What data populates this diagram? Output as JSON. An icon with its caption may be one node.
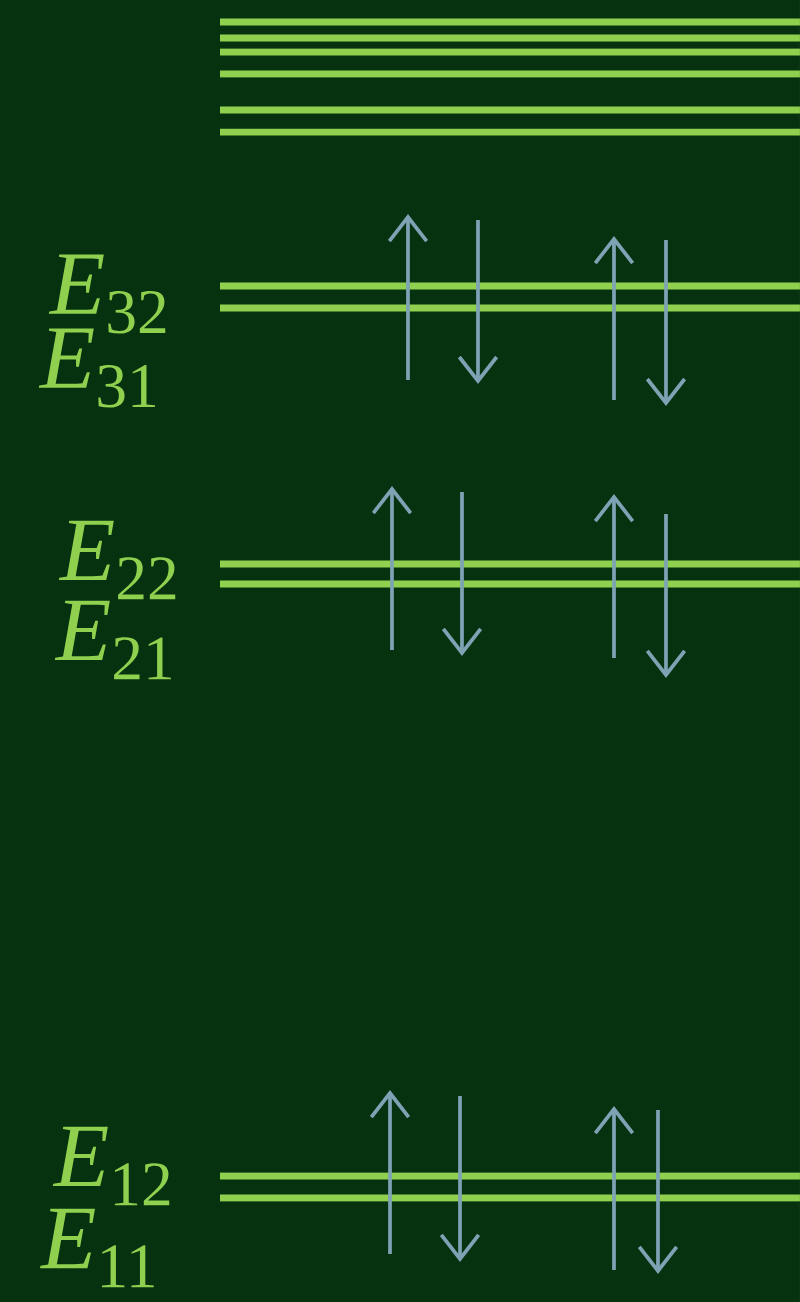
{
  "diagram": {
    "labels": [
      "*E*$_{32}$",
      "*E*$_{31}$",
      "*E*$_{22}$",
      "*E*$_{21}$",
      "*E*$_{12}$",
      "*E*$_{11}$"
    ]
  }
}
